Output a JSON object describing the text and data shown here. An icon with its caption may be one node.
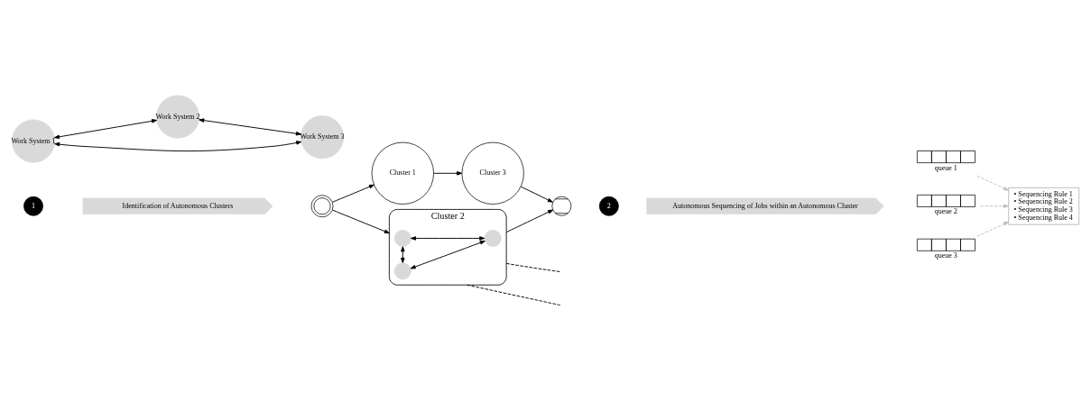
{
  "diagram": {
    "nodes": [
      {
        "text": [
          "1"
        ]
      },
      {
        "text": [
          "Identification of Autonomous Clusters"
        ]
      },
      {
        "text": [
          "2"
        ]
      },
      {
        "text": [
          "Autonomous Sequencing of Jobs within an Autonomous Cluster"
        ]
      },
      {
        "text": [],
        "shape": "circle"
      },
      {
        "text": [
          "Cluster 1"
        ]
      },
      {
        "text": [
          "Cluster 3"
        ]
      },
      {
        "text": [
          "Cluster 2"
        ]
      },
      {
        "text": [],
        "shape": "circle",
        "in": 7
      },
      {
        "text": [],
        "shape": "circle",
        "in": 7
      },
      {
        "text": [],
        "shape": "circle",
        "in": 7
      },
      {
        "text": [],
        "shape": "circle"
      },
      {
        "text": [],
        "shape": "box",
        "beside": [
          "queue 1"
        ]
      },
      {
        "text": [
          "Work System 1"
        ]
      },
      {
        "text": [],
        "shape": "box",
        "beside": [
          "queue 2"
        ]
      },
      {
        "text": [
          "Work System 2"
        ]
      },
      {
        "text": [],
        "shape": "box",
        "beside": [
          "queue 3"
        ]
      },
      {
        "text": [
          "Work System 3"
        ]
      },
      {
        "text": [
          "• Sequencing Rule 1",
          "• Sequencing Rule 2",
          "• Sequencing Rule 3",
          "• Sequencing Rule 4"
        ]
      }
    ],
    "edges": [
      {
        "from": 4,
        "to": 5,
        "arrow": "to"
      },
      {
        "from": 5,
        "to": 6,
        "arrow": "to"
      },
      {
        "from": 4,
        "to": 7,
        "arrow": "to"
      },
      {
        "from": 6,
        "to": 11,
        "arrow": "to"
      },
      {
        "from": 7,
        "to": 11,
        "arrow": "to"
      },
      {
        "from": 8,
        "to": 9,
        "arrow": "both"
      },
      {
        "from": 8,
        "to": 10,
        "arrow": "both"
      },
      {
        "from": 10,
        "to": 9,
        "arrow": "both"
      },
      {
        "from": 7,
        "to": null,
        "arrow": "none",
        "style": "dashed"
      },
      {
        "from": 7,
        "to": null,
        "arrow": "none",
        "style": "dashed"
      },
      {
        "from": 12,
        "to": 18,
        "arrow": "to",
        "style": "dashed",
        "color": "#bfbfbf"
      },
      {
        "from": 14,
        "to": 18,
        "arrow": "to",
        "style": "dashed",
        "color": "#bfbfbf"
      },
      {
        "from": 16,
        "to": 18,
        "arrow": "to",
        "style": "dashed",
        "color": "#bfbfbf"
      },
      {
        "from": 13,
        "to": 15,
        "arrow": "both"
      },
      {
        "from": 13,
        "to": 17,
        "arrow": "both"
      },
      {
        "from": 15,
        "to": 17,
        "arrow": "both"
      }
    ]
  }
}
